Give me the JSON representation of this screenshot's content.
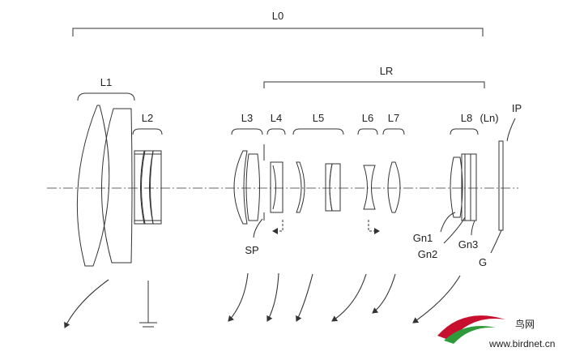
{
  "labels": {
    "l0": "L0",
    "lr": "LR",
    "l1": "L1",
    "l2": "L2",
    "l3": "L3",
    "l4": "L4",
    "l5": "L5",
    "l6": "L6",
    "l7": "L7",
    "l8": "L8",
    "ln": "(Ln)",
    "ip": "IP",
    "sp": "SP",
    "gn1": "Gn1",
    "gn2": "Gn2",
    "gn3": "Gn3",
    "g": "G"
  },
  "watermark": {
    "text": "鸟网",
    "sub": "www.birdnet.cn",
    "colors": {
      "red": "#c8102e",
      "green": "#2e9a3a"
    }
  }
}
